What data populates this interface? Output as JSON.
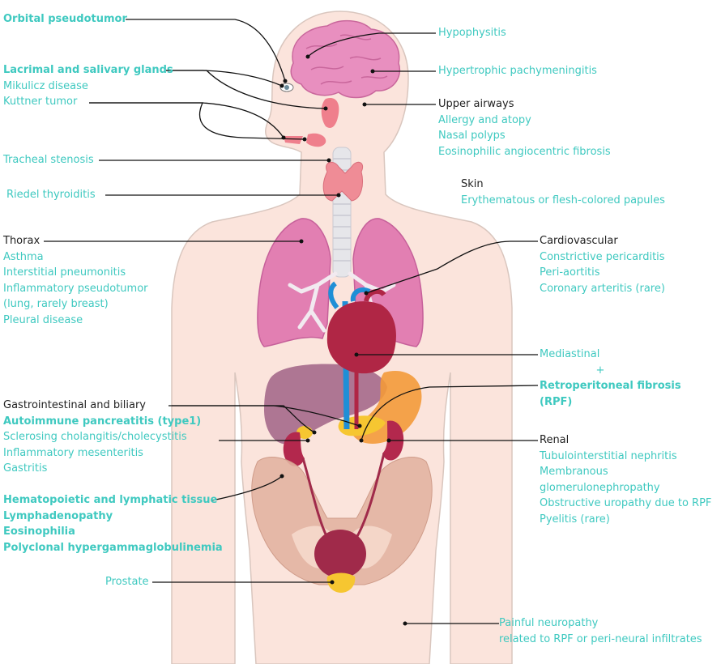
{
  "colors": {
    "accent": "#3fc9c0",
    "heading": "#222222",
    "skin": "#fbe4dc",
    "skin_outline": "#d9c6be",
    "lung": "#e27fb2",
    "brain": "#e88fbf",
    "heart": "#b02645",
    "liver": "#a76d8c",
    "pancreas": "#f39a3a",
    "kidney": "#b3284d",
    "vessel_blue": "#1f8fd6",
    "bladder": "#a02a4a",
    "bone": "#e2b3a1",
    "prostate": "#f6c631",
    "leader_line": "#111111"
  },
  "labels": {
    "orbital": "Orbital pseudotumor",
    "lacrimal": {
      "title": "Lacrimal and salivary glands",
      "items": [
        "Mikulicz disease",
        "Kuttner  tumor"
      ]
    },
    "tracheal": "Tracheal stenosis",
    "riedel": "Riedel  thyroiditis",
    "thorax": {
      "title": "Thorax",
      "items": [
        "Asthma",
        "Interstitial pneumonitis",
        "Inflammatory pseudotumor",
        "(lung, rarely breast)",
        "Pleural disease"
      ]
    },
    "gi": {
      "title": "Gastrointestinal and biliary",
      "bold_item": "Autoimmune pancreatitis (type1)",
      "items": [
        "Sclerosing cholangitis/cholecystitis",
        "Inflammatory mesenteritis",
        "Gastritis"
      ]
    },
    "hemato": [
      "Hematopoietic and lymphatic tissue",
      "Lymphadenopathy",
      "Eosinophilia",
      "Polyclonal hypergammaglobulinemia"
    ],
    "prostate": "Prostate",
    "hypophysitis": "Hypophysitis",
    "pachy": "Hypertrophic pachymeningitis",
    "airways": {
      "title": "Upper airways",
      "items": [
        "Allergy and atopy",
        "Nasal polyps",
        "Eosinophilic angiocentric fibrosis"
      ]
    },
    "skin": {
      "title": "Skin",
      "items": [
        "Erythematous or flesh-colored papules"
      ]
    },
    "cardio": {
      "title": "Cardiovascular",
      "items": [
        "Constrictive pericarditis",
        "Peri-aortitis",
        "Coronary arteritis (rare)"
      ]
    },
    "mediastinal": {
      "line1": "Mediastinal",
      "plus": "+",
      "bold": [
        "Retroperitoneal fibrosis",
        "(RPF)"
      ]
    },
    "renal": {
      "title": "Renal",
      "items": [
        "Tubulointerstitial nephritis",
        "Membranous",
        "glomerulonephropathy",
        "Obstructive uropathy due to RPF",
        "Pyelitis (rare)"
      ]
    },
    "neuro": [
      "Painful neuropathy",
      "related to RPF or peri-neural infiltrates"
    ]
  }
}
